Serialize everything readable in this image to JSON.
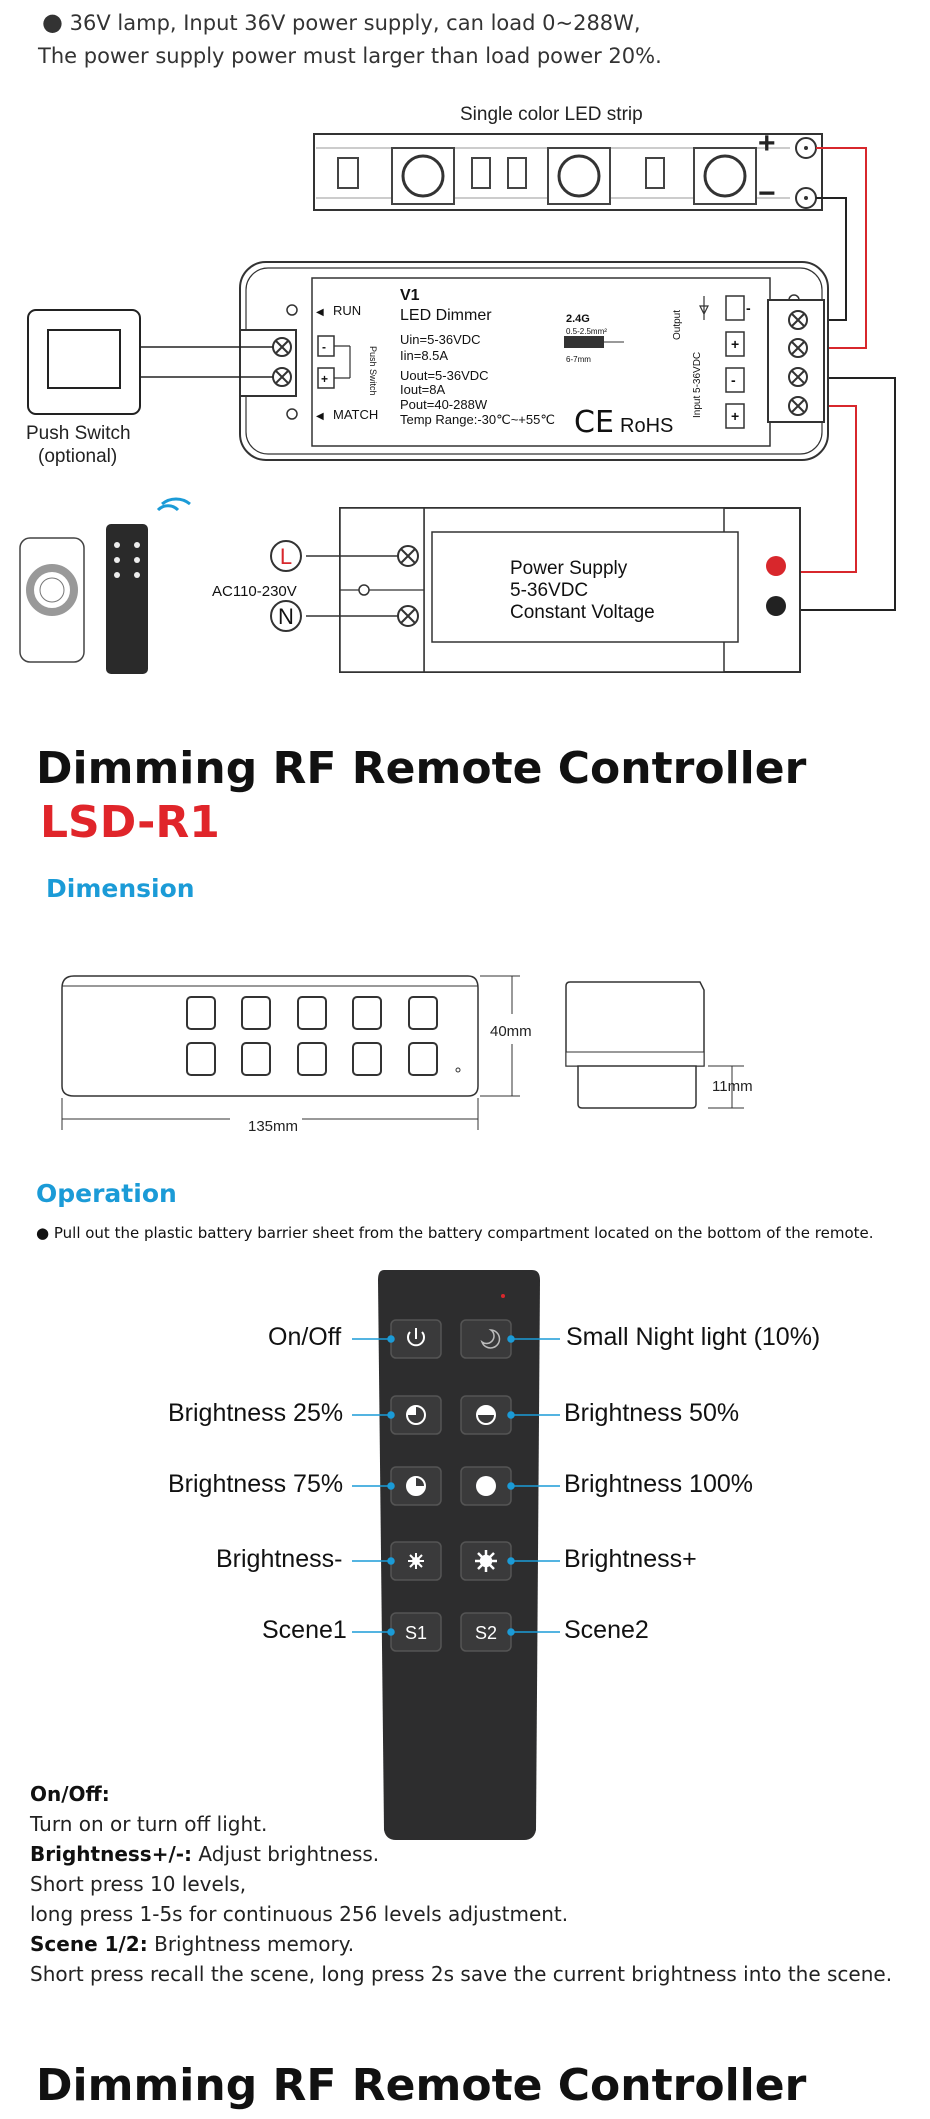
{
  "intro": {
    "line1": "36V lamp, Input 36V power supply, can load 0~288W,",
    "line2": "The power supply power must larger than load power 20%."
  },
  "wiring": {
    "strip_title": "Single color LED strip",
    "plus": "+",
    "minus": "−",
    "dimmer": {
      "run": "RUN",
      "match": "MATCH",
      "push_switch": "Push Switch",
      "model": "V1",
      "name": "LED Dimmer",
      "uin": "Uin=5-36VDC",
      "iin": "Iin=8.5A",
      "uout": "Uout=5-36VDC",
      "iout": "Iout=8A",
      "pout": "Pout=40-288W",
      "temp": "Temp Range:-30℃~+55℃",
      "ce": "CE",
      "rohs": "RoHS",
      "rf": "2.4G",
      "wire_size": "0.5-2.5mm²",
      "strip_len": "6-7mm",
      "output": "Output",
      "input": "Input 5-36VDC"
    },
    "push_switch_label": "Push Switch",
    "push_switch_note": "(optional)",
    "psu": {
      "line1": "Power Supply",
      "line2": "5-36VDC",
      "line3": "Constant Voltage",
      "ac": "AC110-230V",
      "l": "L",
      "n": "N"
    }
  },
  "section1": {
    "title": "Dimming RF Remote Controller",
    "model": "LSD-R1",
    "dimension": "Dimension",
    "dim_width": "135mm",
    "dim_height": "40mm",
    "dim_depth": "11mm",
    "operation": "Operation",
    "note": "● Pull out the plastic battery barrier sheet from the battery compartment located on the bottom of the remote.",
    "buttons": {
      "onoff": "On/Off",
      "night": "Small Night light (10%)",
      "b25": "Brightness 25%",
      "b50": "Brightness 50%",
      "b75": "Brightness 75%",
      "b100": "Brightness 100%",
      "bminus": "Brightness-",
      "bplus": "Brightness+",
      "scene1": "Scene1",
      "scene2": "Scene2",
      "s1": "S1",
      "s2": "S2"
    },
    "desc": {
      "onoff_h": "On/Off:",
      "onoff_t": "Turn on or turn off light.",
      "bright_h": "Brightness+/-:",
      "bright_t": " Adjust brightness.",
      "short": "Short press 10 levels,",
      "long": "long press 1-5s for continuous 256 levels adjustment.",
      "scene_h": "Scene 1/2:",
      "scene_t": " Brightness memory.",
      "scene_note": "Short press recall the scene, long press 2s save the current brightness into the scene."
    }
  },
  "section2": {
    "title": "Dimming RF Remote Controller"
  }
}
